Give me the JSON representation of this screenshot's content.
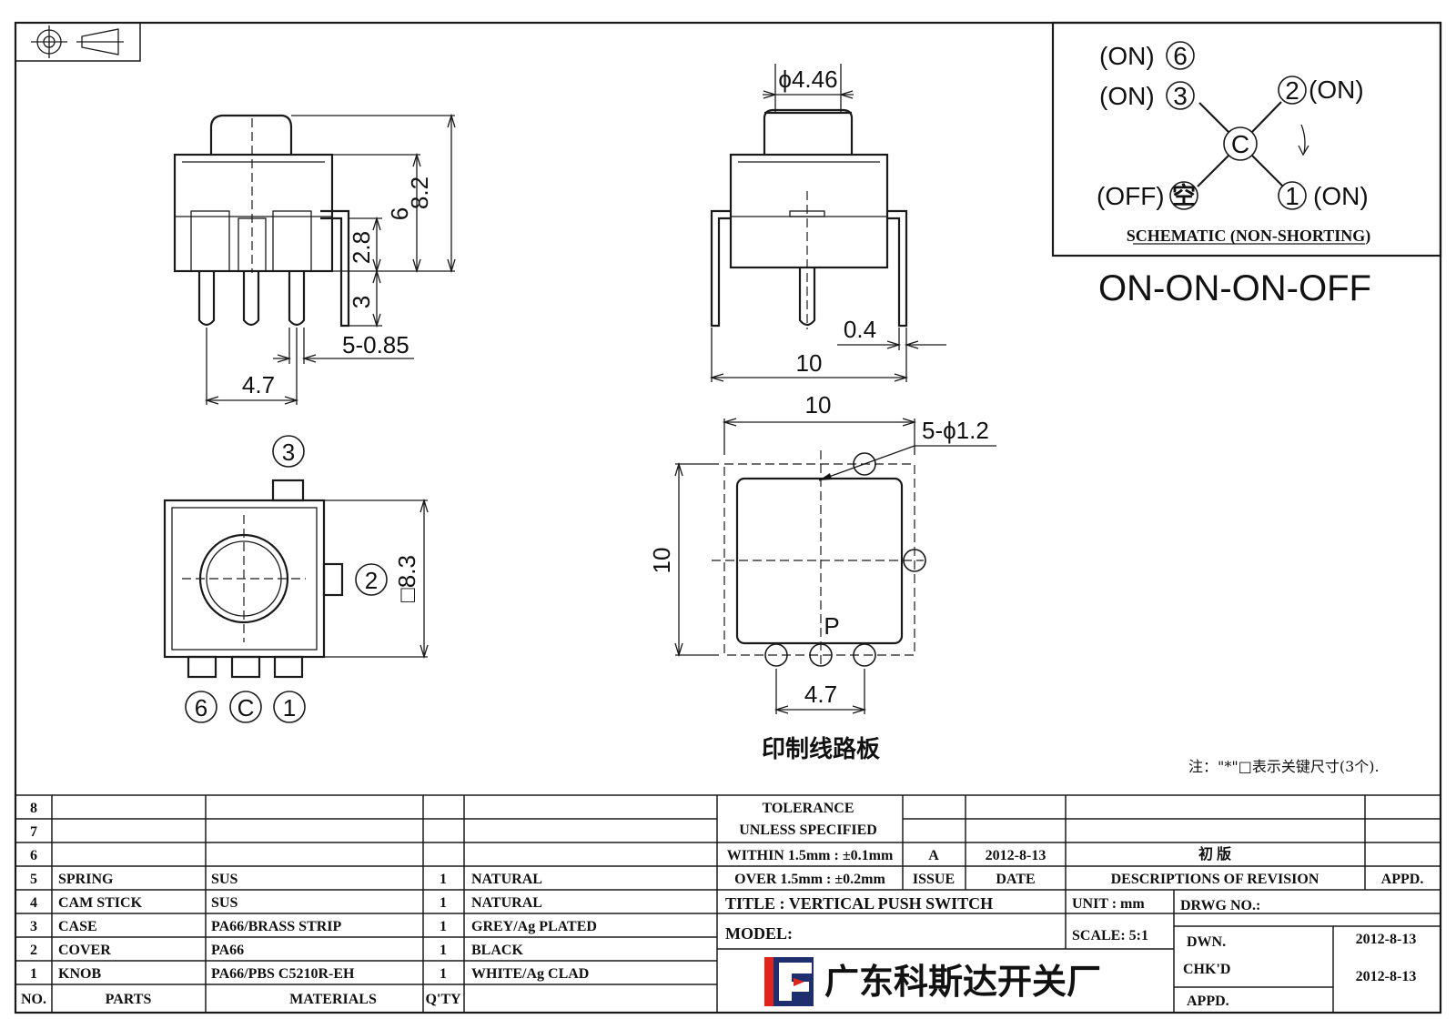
{
  "drawing": {
    "views": {
      "front": {
        "height_total": "8.2",
        "height_body": "6",
        "pin_step": "2.8",
        "pin_tail": "3",
        "pin_width": "5-0.85",
        "pin_pitch": "4.7"
      },
      "side": {
        "knob_dia": "ϕ4.46",
        "pin_thick": "0.4",
        "width": "10"
      },
      "bottom": {
        "body_size": "□8.3",
        "terminal_top": "3",
        "terminal_right": "2",
        "terminal_b1": "6",
        "terminal_b2": "C",
        "terminal_b3": "1"
      },
      "pcb": {
        "width": "10",
        "height": "10",
        "holes": "5-ϕ1.2",
        "pitch": "4.7",
        "marker": "P",
        "caption": "印制线路板"
      }
    },
    "schematic": {
      "on6": "(ON)",
      "n6": "6",
      "on3": "(ON)",
      "n3": "3",
      "n2": "2",
      "on2": "(ON)",
      "common": "C",
      "off": "(OFF)",
      "kong": "空",
      "n1": "1",
      "on1": "(ON)",
      "caption": "SCHEMATIC (NON-SHORTING)"
    },
    "function": "ON-ON-ON-OFF",
    "note": "注：\"*\"□表示关键尺寸(3个)."
  },
  "title_block": {
    "row_numbers": [
      "8",
      "7",
      "6",
      "5",
      "4",
      "3",
      "2",
      "1"
    ],
    "parts": [
      {
        "part": "SPRING",
        "material": "SUS",
        "qty": "1",
        "finish": "NATURAL"
      },
      {
        "part": "CAM STICK",
        "material": "SUS",
        "qty": "1",
        "finish": "NATURAL"
      },
      {
        "part": "CASE",
        "material": "PA66/BRASS STRIP",
        "qty": "1",
        "finish": "GREY/Ag PLATED"
      },
      {
        "part": "COVER",
        "material": "PA66",
        "qty": "1",
        "finish": "BLACK"
      },
      {
        "part": "KNOB",
        "material": "PA66/PBS C5210R-EH",
        "qty": "1",
        "finish": "WHITE/Ag CLAD"
      }
    ],
    "header": {
      "no": "NO.",
      "parts": "PARTS",
      "materials": "MATERIALS",
      "qty": "Q'TY"
    },
    "tolerance_1": "TOLERANCE",
    "tolerance_2": "UNLESS  SPECIFIED",
    "tolerance_3": "WITHIN 1.5mm : ±0.1mm",
    "tolerance_4": "OVER 1.5mm : ±0.2mm",
    "issue_value": "A",
    "date_value": "2012-8-13",
    "revision_value": "初  版",
    "issue_label": "ISSUE",
    "date_label": "DATE",
    "desc_label": "DESCRIPTIONS OF REVISION",
    "appd_label": "APPD.",
    "title_label": "TITLE :  VERTICAL PUSH SWITCH",
    "unit_label": "UNIT :  mm",
    "drwg_label": "DRWG NO.:",
    "model_label": "MODEL:",
    "scale_label": "SCALE:  5:1",
    "dwn_label": "DWN.",
    "dwn_date": "2012-8-13",
    "chkd_label": "CHK'D",
    "chkd_date": "2012-8-13",
    "appd2_label": "APPD.",
    "company": "广东科斯达开关厂"
  }
}
